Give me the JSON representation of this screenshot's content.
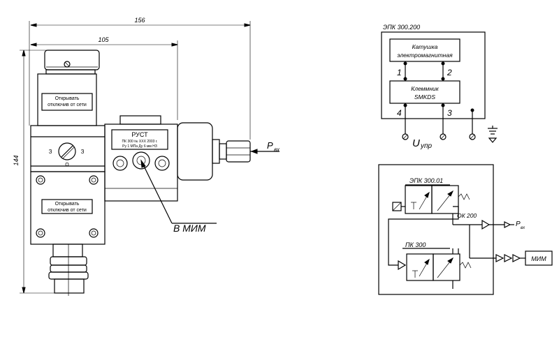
{
  "dimensions": {
    "overall_width": "156",
    "body_width": "105",
    "height": "144"
  },
  "device": {
    "label_top": "Открывать отключив от сети",
    "label_top_line1": "Открывать",
    "label_top_line2": "отключив от сети",
    "label_bottom_line1": "Открывать",
    "label_bottom_line2": "отключив от сети",
    "knob_left": "З",
    "knob_right": "З",
    "knob_bottom": "О",
    "plate_title": "РУСТ",
    "plate_line1": "ПК 300    № ХХХ    2003 г.",
    "plate_line2": "Ру 1 МПа    Ду 6 мм    НЗ",
    "inlet_label": "P",
    "inlet_sub": "вх",
    "outlet_label": "В МИМ"
  },
  "wiring": {
    "title": "ЭПК 300.200",
    "coil_line1": "Катушка",
    "coil_line2": "электромагнитная",
    "terminal_line1": "Клеммник",
    "terminal_line2": "SMKDS",
    "pin1": "1",
    "pin2": "2",
    "pin3": "3",
    "pin4": "4",
    "voltage_label": "U",
    "voltage_sub": "упр"
  },
  "pneumatic": {
    "valve_top": "ЭПК 300.01",
    "valve_bottom": "ПК 300",
    "check_valve": "ОК 200",
    "inlet_label": "P",
    "inlet_sub": "вх",
    "actuator": "МИМ"
  }
}
